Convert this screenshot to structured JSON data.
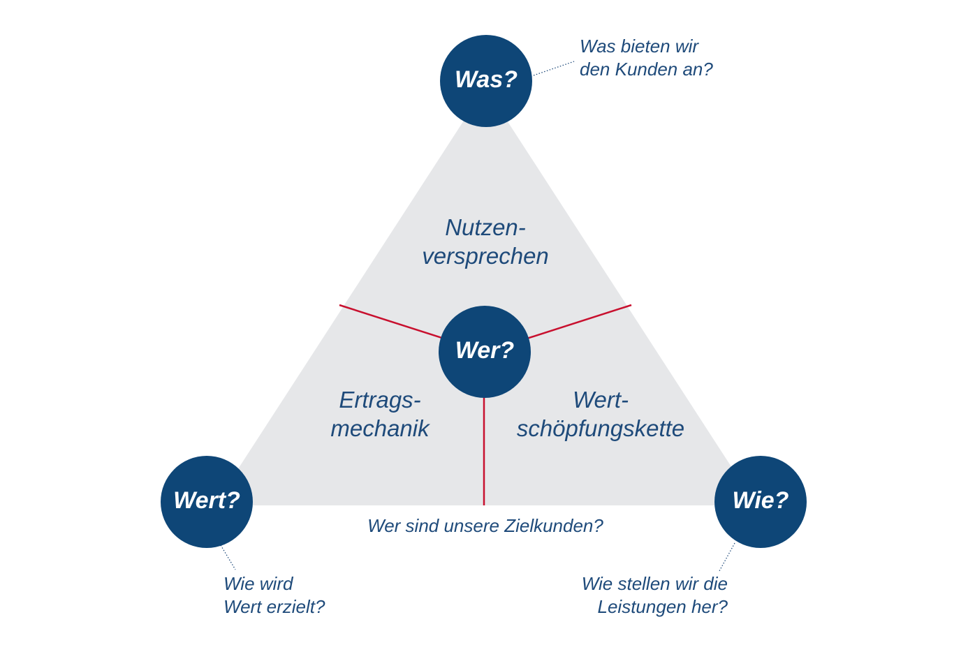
{
  "colors": {
    "node_fill": "#0e4677",
    "triangle_fill": "#e6e7e9",
    "divider_line": "#c8102e",
    "label_text": "#1e4a7a",
    "dotted_leader": "#1e4a7a"
  },
  "nodes": {
    "was": "Was?",
    "wer": "Wer?",
    "wert": "Wert?",
    "wie": "Wie?"
  },
  "sections": {
    "nutzenversprechen": [
      "Nutzen-",
      "versprechen"
    ],
    "ertragsmechanik": [
      "Ertrags-",
      "mechanik"
    ],
    "wertschoepfungskette": [
      "Wert-",
      "schöpfungskette"
    ]
  },
  "questions": {
    "was": [
      "Was bieten wir",
      "den Kunden an?"
    ],
    "wer": "Wer sind unsere Zielkunden?",
    "wert": [
      "Wie wird",
      "Wert erzielt?"
    ],
    "wie": [
      "Wie stellen wir die",
      "Leistungen her?"
    ]
  }
}
